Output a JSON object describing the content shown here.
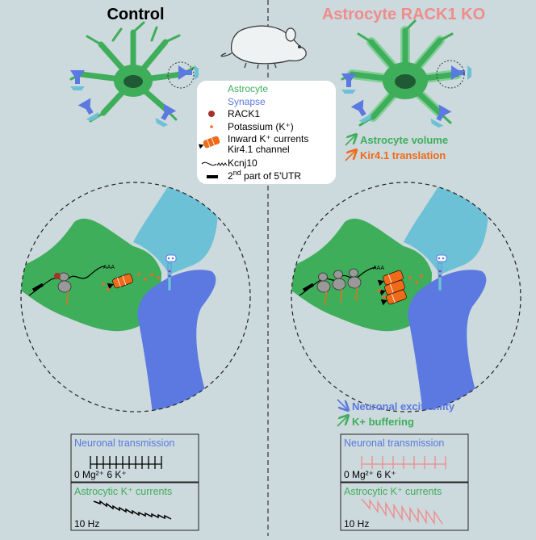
{
  "panels": {
    "control": {
      "title": "Control"
    },
    "ko": {
      "title": "Astrocyte RACK1 KO"
    }
  },
  "legend": {
    "astrocyte": "Astrocyte",
    "synapse": "Synapse",
    "rack1": "RACK1",
    "potassium": "Potassium (K⁺)",
    "inward_line1": "Inward K⁺ currents",
    "inward_line2": "Kir4.1 channel",
    "kcnj10": "Kcnj10",
    "utr_sup": "nd",
    "utr_pre": "2",
    "utr_rest": " part of 5'UTR"
  },
  "ko_effects": {
    "astro_volume": "Astrocyte volume",
    "kir41_translation": "Kir4.1 translation",
    "neuronal_excitability": "Neuronal excitability",
    "k_buffering": "K+ buffering"
  },
  "traces": {
    "neuronal_title": "Neuronal transmission",
    "neuronal_condition": "0 Mg²⁺ 6 K⁺",
    "astro_title": "Astrocytic K⁺ currents",
    "astro_condition": "10 Hz"
  },
  "mrna_label": "AAA",
  "colors": {
    "astrocyte": "#3fae5a",
    "astrocyte_dark": "#2f8f45",
    "synapse": "#5b79e0",
    "dendrite": "#6cc1d6",
    "ko_title": "#f08c8c",
    "kir": "#f06a1a",
    "rack1": "#a8302a",
    "background": "#ccd9dd"
  }
}
